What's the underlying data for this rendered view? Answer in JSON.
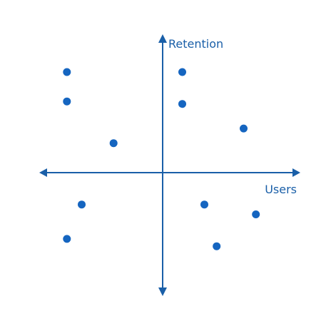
{
  "chart_data": {
    "type": "scatter",
    "title": "",
    "xlabel": "Users",
    "ylabel": "Retention",
    "xlim": [
      -5,
      5
    ],
    "ylim": [
      -5,
      5
    ],
    "grid": false,
    "legend": "none",
    "series": [
      {
        "points": [
          {
            "x": -3.9,
            "y": 4.1
          },
          {
            "x": -3.9,
            "y": 2.9
          },
          {
            "x": -2.0,
            "y": 1.2
          },
          {
            "x": 0.8,
            "y": 4.1
          },
          {
            "x": 0.8,
            "y": 2.8
          },
          {
            "x": 3.3,
            "y": 1.8
          },
          {
            "x": -3.3,
            "y": -1.3
          },
          {
            "x": -3.9,
            "y": -2.7
          },
          {
            "x": 1.7,
            "y": -1.3
          },
          {
            "x": 3.8,
            "y": -1.7
          },
          {
            "x": 2.2,
            "y": -3.0
          }
        ]
      }
    ]
  },
  "colors": {
    "axis": "#1a5fa8",
    "point": "#1565c0"
  }
}
